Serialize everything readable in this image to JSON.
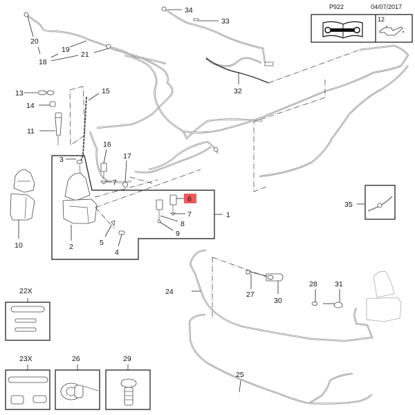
{
  "header": {
    "page_code": "P922",
    "date": "04/07/2017",
    "manual_icon": "repair-manual-icon",
    "oil_can_icon": "oil-can-icon",
    "oil_qty": "12"
  },
  "highlight_color": "#f0575a",
  "callouts": {
    "c1": "1",
    "c2": "2",
    "c3": "3",
    "c4": "4",
    "c5": "5",
    "c6": "6",
    "c7a": "7",
    "c7b": "7",
    "c8": "8",
    "c9": "9",
    "c10": "10",
    "c11": "11",
    "c13": "13",
    "c14": "14",
    "c15": "15",
    "c16": "16",
    "c17": "17",
    "c18": "18",
    "c19": "19",
    "c20": "20",
    "c21": "21",
    "c22": "22X",
    "c23": "23X",
    "c24": "24",
    "c25": "25",
    "c26": "26",
    "c27": "27",
    "c28": "28",
    "c29": "29",
    "c30": "30",
    "c31": "31",
    "c32": "32",
    "c33": "33",
    "c34": "34",
    "c35": "35"
  },
  "highlighted_part": "6"
}
